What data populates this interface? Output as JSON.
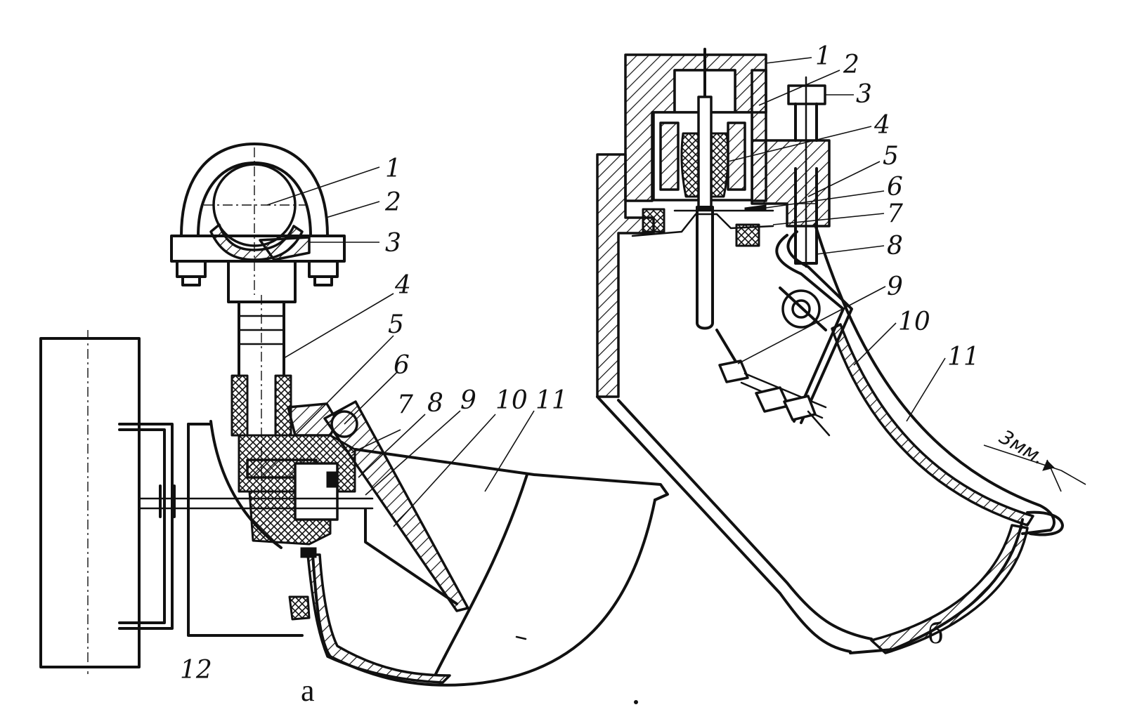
{
  "figure_a": {
    "caption": "а",
    "labels": [
      "1",
      "2",
      "3",
      "4",
      "5",
      "6",
      "7",
      "8",
      "9",
      "10",
      "11",
      "12"
    ]
  },
  "figure_b": {
    "caption": "б",
    "labels": [
      "1",
      "2",
      "3",
      "4",
      "5",
      "6",
      "7",
      "8",
      "9",
      "10",
      "11"
    ],
    "dimension": "3мм."
  }
}
